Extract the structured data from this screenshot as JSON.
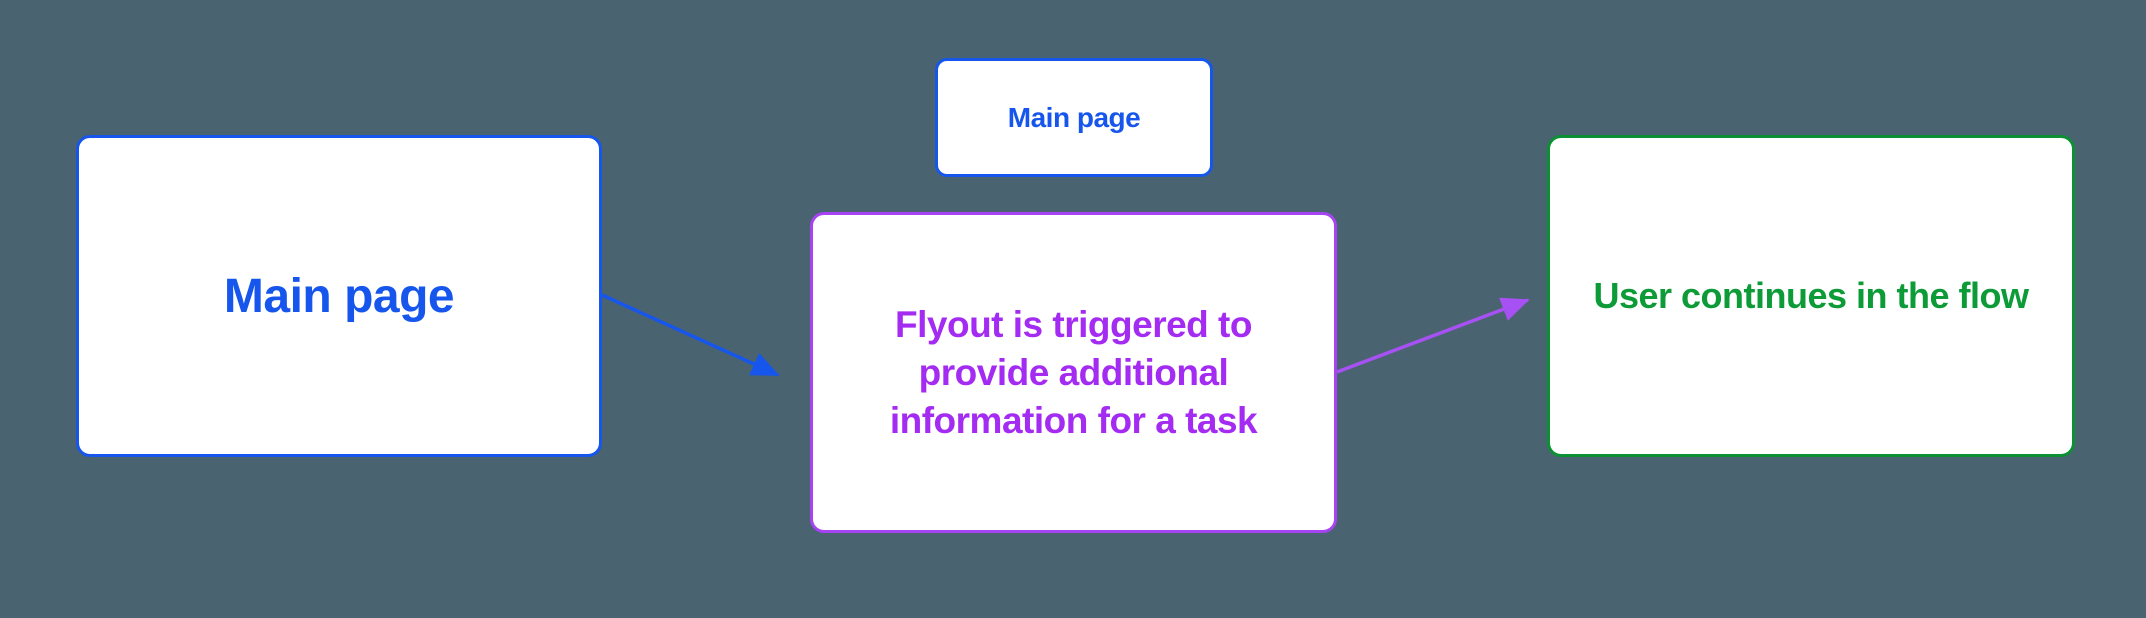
{
  "diagram": {
    "background": "#4A6370",
    "colors": {
      "node_fill": "#FFFFFF",
      "blue": "#1656EC",
      "purple_border": "#A643F3",
      "purple_text": "#A42BF1",
      "purple_arrow": "#A750F3",
      "green_border": "#0B9134",
      "green_text": "#0D9B38"
    },
    "nodes": {
      "main_page": {
        "label": "Main page"
      },
      "main_page_small": {
        "label": "Main page"
      },
      "flyout": {
        "label": "Flyout is triggered to provide additional information for a task",
        "lines": [
          "Flyout is triggered to",
          "provide additional",
          "information for a task"
        ]
      },
      "outcome": {
        "label": "User continues in the flow"
      }
    },
    "arrows": [
      {
        "name": "main-to-flyout",
        "color": "#1656EC"
      },
      {
        "name": "flyout-to-outcome",
        "color": "#A750F3"
      }
    ]
  }
}
